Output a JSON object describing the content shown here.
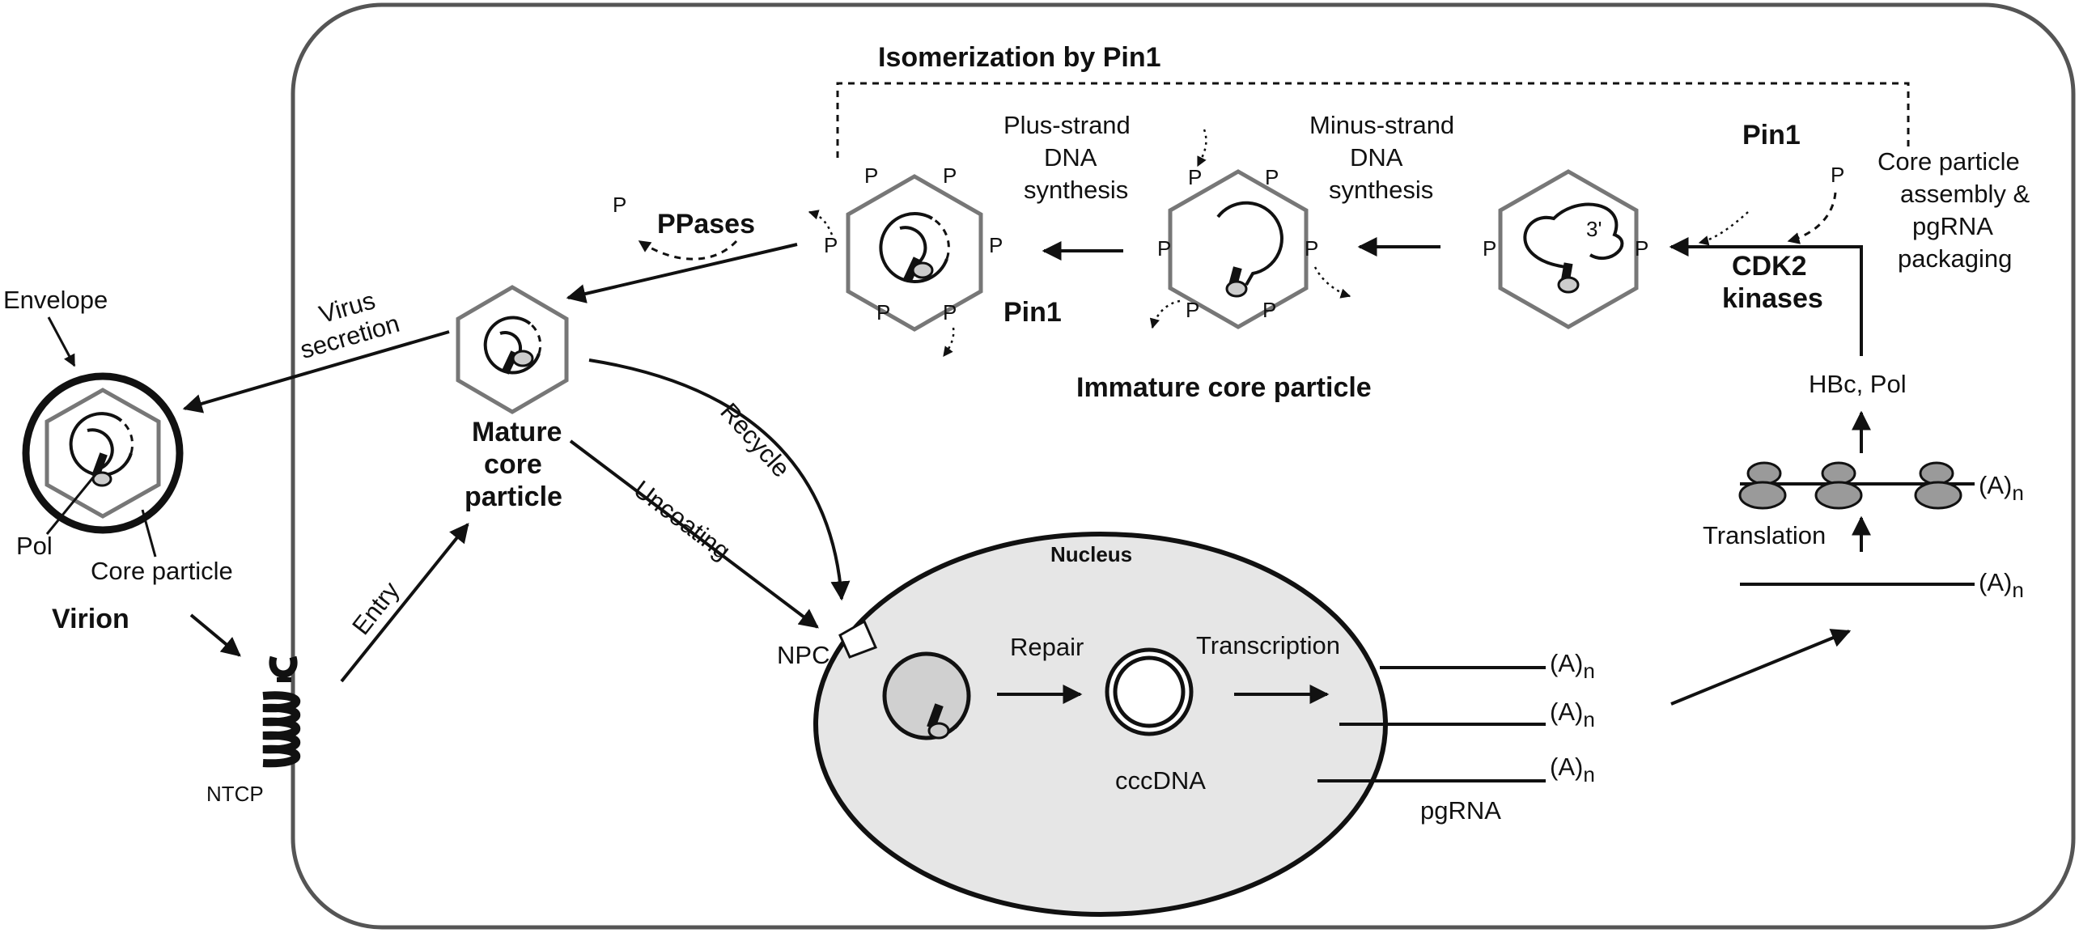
{
  "labels": {
    "isomerization": "Isomerization by Pin1",
    "plus_strand": [
      "Plus-strand",
      "DNA",
      "synthesis"
    ],
    "minus_strand": [
      "Minus-strand",
      "DNA",
      "synthesis"
    ],
    "pin1_top": "Pin1",
    "pin1_mid": "Pin1",
    "core_assembly": [
      "Core particle",
      "assembly &",
      "pgRNA",
      "packaging"
    ],
    "ppases": "PPases",
    "cdk2": [
      "CDK2",
      "kinases"
    ],
    "immature": "Immature core particle",
    "virus_secretion": [
      "Virus",
      "secretion"
    ],
    "envelope": "Envelope",
    "mature": [
      "Mature",
      "core",
      "particle"
    ],
    "hbc_pol": "HBc, Pol",
    "recycle": "Recycle",
    "translation": "Translation",
    "pol": "Pol",
    "core_particle": "Core particle",
    "uncoating": "Uncoating",
    "nucleus": "Nucleus",
    "virion": "Virion",
    "entry": "Entry",
    "npc": "NPC",
    "repair": "Repair",
    "transcription": "Transcription",
    "cccdna": "cccDNA",
    "pgrna": "pgRNA",
    "ntcp": "NTCP",
    "polyA": "(A)",
    "polyA_sub": "n",
    "three_prime": "3'",
    "p": "P"
  },
  "colors": {
    "hexagon_stroke": "#777777",
    "nucleus_fill": "#e6e6e6",
    "ribosome_fill": "#9a9a9a",
    "cell_border": "#555555"
  }
}
